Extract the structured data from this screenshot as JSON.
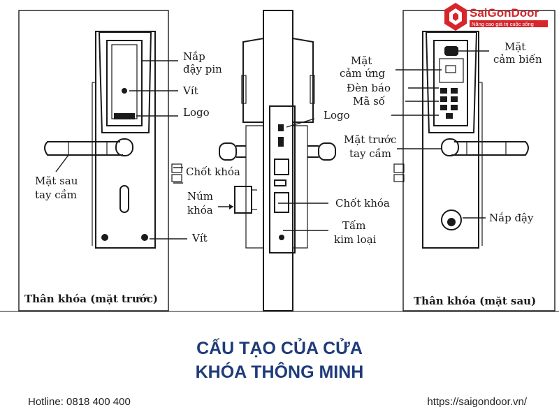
{
  "brand": {
    "name": "SaiGonDoor",
    "tagline": "Nâng cao giá trị cuộc sống",
    "color": "#d6262c"
  },
  "front_panel": {
    "caption": "Thân khóa (mặt trước)",
    "labels": {
      "battery_cover_1": "Nắp",
      "battery_cover_2": "đậy pin",
      "screw_top": "Vít",
      "logo": "Logo",
      "handle_back_1": "Mặt sau",
      "handle_back_2": "tay cầm",
      "screw_bottom": "Vít"
    }
  },
  "side_view": {
    "labels": {
      "latch_upper": "Chốt khóa",
      "knob_1": "Núm",
      "knob_2": "khóa",
      "latch_lower": "Chốt khóa",
      "plate_1": "Tấm",
      "plate_2": "kim loại",
      "logo": "Logo"
    }
  },
  "back_panel": {
    "caption": "Thân khóa (mặt sau)",
    "labels": {
      "touch_1": "Mặt",
      "touch_2": "cảm ứng",
      "led": "Đèn báo",
      "keypad": "Mã số",
      "sensor_1": "Mặt",
      "sensor_2": "cảm biến",
      "handle_front_1": "Mặt trước",
      "handle_front_2": "tay cầm",
      "cover": "Nắp đậy"
    }
  },
  "title": {
    "line1": "CẤU TẠO CỦA CỬA",
    "line2": "KHÓA THÔNG MINH",
    "color": "#1f3b7a"
  },
  "footer": {
    "hotline": "Hotline: 0818 400 400",
    "website": "https://saigondoor.vn/"
  }
}
